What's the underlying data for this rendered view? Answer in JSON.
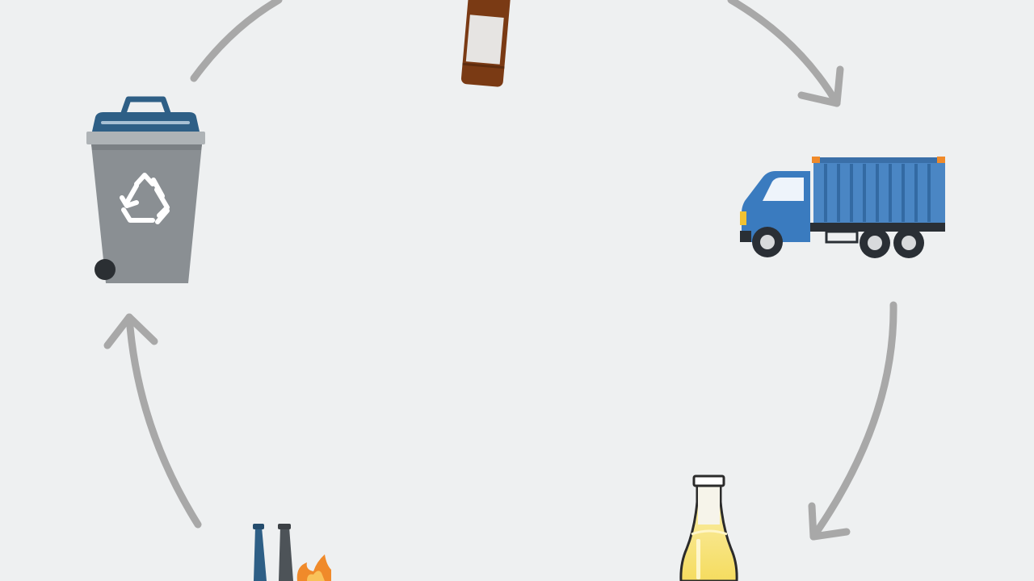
{
  "diagram": {
    "type": "recycling-cycle",
    "stages": [
      {
        "id": "brown-glass-bottle",
        "icon": "brown-bottle-icon"
      },
      {
        "id": "collection-truck",
        "icon": "truck-icon"
      },
      {
        "id": "new-beer-bottle",
        "icon": "beer-bottle-icon"
      },
      {
        "id": "glass-factory",
        "icon": "factory-icon"
      },
      {
        "id": "recycling-bin",
        "icon": "recycle-bin-icon"
      }
    ],
    "colors": {
      "background": "#eef0f1",
      "arrow": "#a8a8a8",
      "bin_body": "#8a8f93",
      "bin_lid": "#2e5f86",
      "truck_blue": "#3a7bbf",
      "truck_cargo": "#4a86c4",
      "bottle_brown": "#7a3a14",
      "beer_liquid": "#f7e27a",
      "flame": "#f08a2a"
    }
  }
}
